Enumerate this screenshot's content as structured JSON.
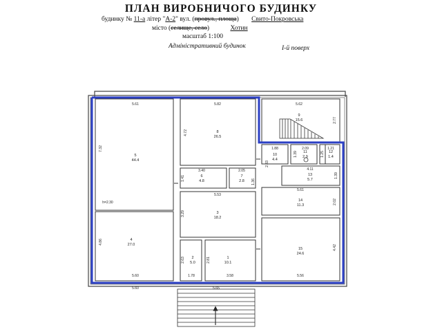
{
  "header": {
    "title": "ПЛАН ВИРОБНИЧОГО БУДИНКУ",
    "building_prefix": "будинку №",
    "building_no": "11-а",
    "liter_prefix": "літер \"",
    "liter_value": "А-2",
    "liter_suffix": "\" вул. (",
    "street_struck": "провул., площа",
    "street_suffix": ")",
    "street_name": "Свито-Покровська",
    "city_prefix": "місто (",
    "city_struck": "селище, село",
    "city_suffix": ")",
    "city_name": "Хотин",
    "scale_label": "масштаб 1:100",
    "building_type": "Адміністративний будинок",
    "floor": "І-й поверх"
  },
  "plan": {
    "rooms": [
      {
        "num": "5",
        "area": "44.4"
      },
      {
        "num": "8",
        "area": "26.5"
      },
      {
        "num": "9",
        "area": "15.6"
      },
      {
        "num": "10",
        "area": "4.4"
      },
      {
        "num": "11",
        "area": "2.9"
      },
      {
        "num": "12",
        "area": "1.4"
      },
      {
        "num": "13",
        "area": "5.7"
      },
      {
        "num": "6",
        "area": "4.8"
      },
      {
        "num": "7",
        "area": "2.8"
      },
      {
        "num": "3",
        "area": "18.2"
      },
      {
        "num": "14",
        "area": "11.3"
      },
      {
        "num": "4",
        "area": "27.0"
      },
      {
        "num": "2",
        "area": "5.0"
      },
      {
        "num": "1",
        "area": "10.1"
      },
      {
        "num": "15",
        "area": "24.6"
      }
    ],
    "dims": {
      "d561": "5.61",
      "d582": "5.82",
      "d562": "5.62",
      "d472": "4.72",
      "d277": "2.77",
      "d732": "7.32",
      "d188": "1.88",
      "d209": "2.09",
      "d121": "1.21",
      "d283": "2.83",
      "d139": "1.39",
      "d125": "1.25",
      "d411": "4.11",
      "d340": "3.40",
      "d205": "2.05",
      "d141": "1.41",
      "d136": "1.36",
      "d553": "5.53",
      "d561b": "5.61",
      "d230": "h=2.30",
      "d329": "3.29",
      "d202": "2.02",
      "d486": "4.86",
      "d442": "4.42",
      "d263": "2.63",
      "d281": "2.81",
      "d560": "5.60",
      "d178": "1.78",
      "d358": "3.58",
      "d556": "5.56",
      "d560b": "5.60",
      "d565": "5.65"
    }
  }
}
